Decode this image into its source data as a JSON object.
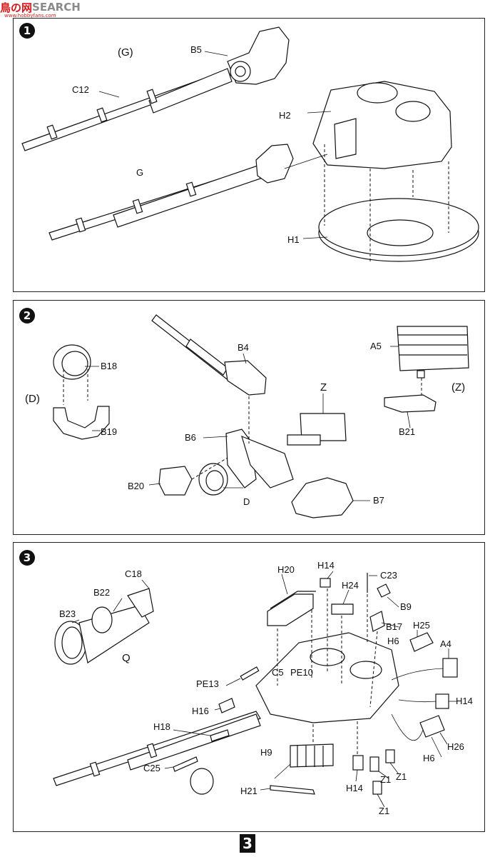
{
  "watermark": {
    "part1": "鳥の网",
    "part2": "SEARCH",
    "url": "www.hobbyfans.com"
  },
  "page_number": "3",
  "steps": [
    {
      "number": "1",
      "labels": {
        "g_paren": "(G)",
        "b5": "B5",
        "c12": "C12",
        "h2": "H2",
        "g": "G",
        "h1": "H1"
      }
    },
    {
      "number": "2",
      "labels": {
        "b18": "B18",
        "d_paren": "(D)",
        "b19": "B19",
        "b4": "B4",
        "z": "Z",
        "a5": "A5",
        "z_paren": "(Z)",
        "b21": "B21",
        "b6": "B6",
        "b20": "B20",
        "d": "D",
        "b7": "B7"
      }
    },
    {
      "number": "3",
      "labels": {
        "c18": "C18",
        "b22": "B22",
        "b23": "B23",
        "q": "Q",
        "h20": "H20",
        "h14a": "H14",
        "c23": "C23",
        "h24": "H24",
        "b9": "B9",
        "b17": "B17",
        "h25": "H25",
        "h6a": "H6",
        "a4": "A4",
        "pe13": "PE13",
        "c5": "C5",
        "pe10": "PE10",
        "h16": "H16",
        "h14b": "H14",
        "h18": "H18",
        "c25": "C25",
        "h9": "H9",
        "h26": "H26",
        "h6b": "H6",
        "z1a": "Z1",
        "z1b": "Z1",
        "z1c": "Z1",
        "h14c": "H14",
        "h21": "H21"
      }
    }
  ]
}
